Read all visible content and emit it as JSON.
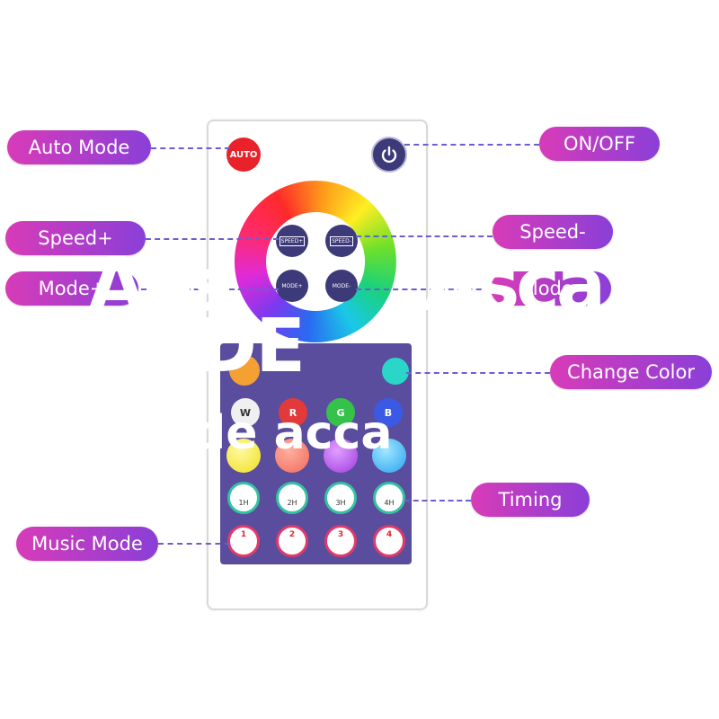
{
  "labels": {
    "auto_mode": "Auto Mode",
    "on_off": "ON/OFF",
    "speed_plus": "Speed+",
    "speed_minus": "Speed-",
    "mode_plus": "Mode+",
    "mode_minus": "Mode-",
    "change_color": "Change Color",
    "timing": "Timing",
    "music_mode": "Music Mode"
  },
  "remote": {
    "auto_button": "AUTO",
    "speed_up_button": "SPEED+",
    "speed_down_button": "SPEED-",
    "mode_up_button": "MODE+",
    "mode_down_button": "MODE-",
    "letter_buttons": [
      "W",
      "R",
      "G",
      "B"
    ],
    "timer_buttons": [
      "1H",
      "2H",
      "3H",
      "4H"
    ],
    "music_buttons": [
      "1",
      "2",
      "3",
      "4"
    ]
  },
  "overlay": {
    "line1": "Asca ",
    "line2": "Aes",
    "line3": "DE",
    "line4": "de acca"
  },
  "colors": {
    "pill_gradient_start": "#d83bb8",
    "pill_gradient_end": "#8a3fd8",
    "keypad": "#5a4d9e",
    "dash_line": "#6b5fd0",
    "auto_button": "#e8212a",
    "power_button": "#3d3a7a"
  }
}
